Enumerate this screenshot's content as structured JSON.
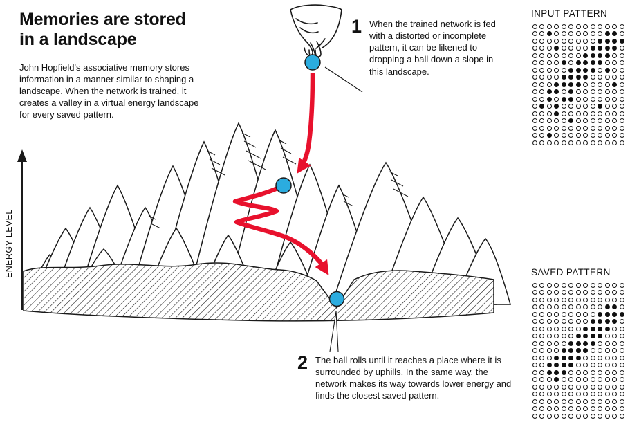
{
  "title": "Memories are stored\nin a landscape",
  "intro": "John Hopfield's associative memory stores information in a manner similar to shaping a landscape. When the network is trained, it creates a valley in a virtual energy landscape for every saved pattern.",
  "axis": {
    "ylabel": "ENERGY LEVEL"
  },
  "steps": [
    {
      "number": "1",
      "text": "When the trained network is fed with a distorted or incomplete pattern, it can be likened to dropping a ball down a slope in this landscape."
    },
    {
      "number": "2",
      "text": "The ball rolls until it reaches a place where it is surrounded by uphills. In the same way, the network makes its way towards lower energy and finds the closest saved pattern."
    }
  ],
  "patterns": {
    "input": {
      "label": "INPUT PATTERN",
      "grid": [
        "0000000000000",
        "0010000000110",
        "0000000001111",
        "0001000011110",
        "0000000111100",
        "0000101111000",
        "0000011110100",
        "0000111100000",
        "0001111000010",
        "0011010000000",
        "0010110000000",
        "0101000001000",
        "0001000000000",
        "0000010000000",
        "0000000000000",
        "0010000000000",
        "0000000000000"
      ]
    },
    "saved": {
      "label": "SAVED PATTERN",
      "grid": [
        "0000000000000",
        "0000000000000",
        "0000000000000",
        "0000000000110",
        "0000000001111",
        "0000000011110",
        "0000000111100",
        "0000001111000",
        "0000011110000",
        "0000111100000",
        "0001111000000",
        "0011110000000",
        "0011100000000",
        "0001000000000",
        "0000000000000",
        "0000000000000",
        "0000000000000",
        "0000000000000",
        "0000000000000"
      ]
    }
  },
  "colors": {
    "accent_red": "#e8112d",
    "ball_blue": "#2bacdf",
    "ink": "#1a1a1a"
  }
}
